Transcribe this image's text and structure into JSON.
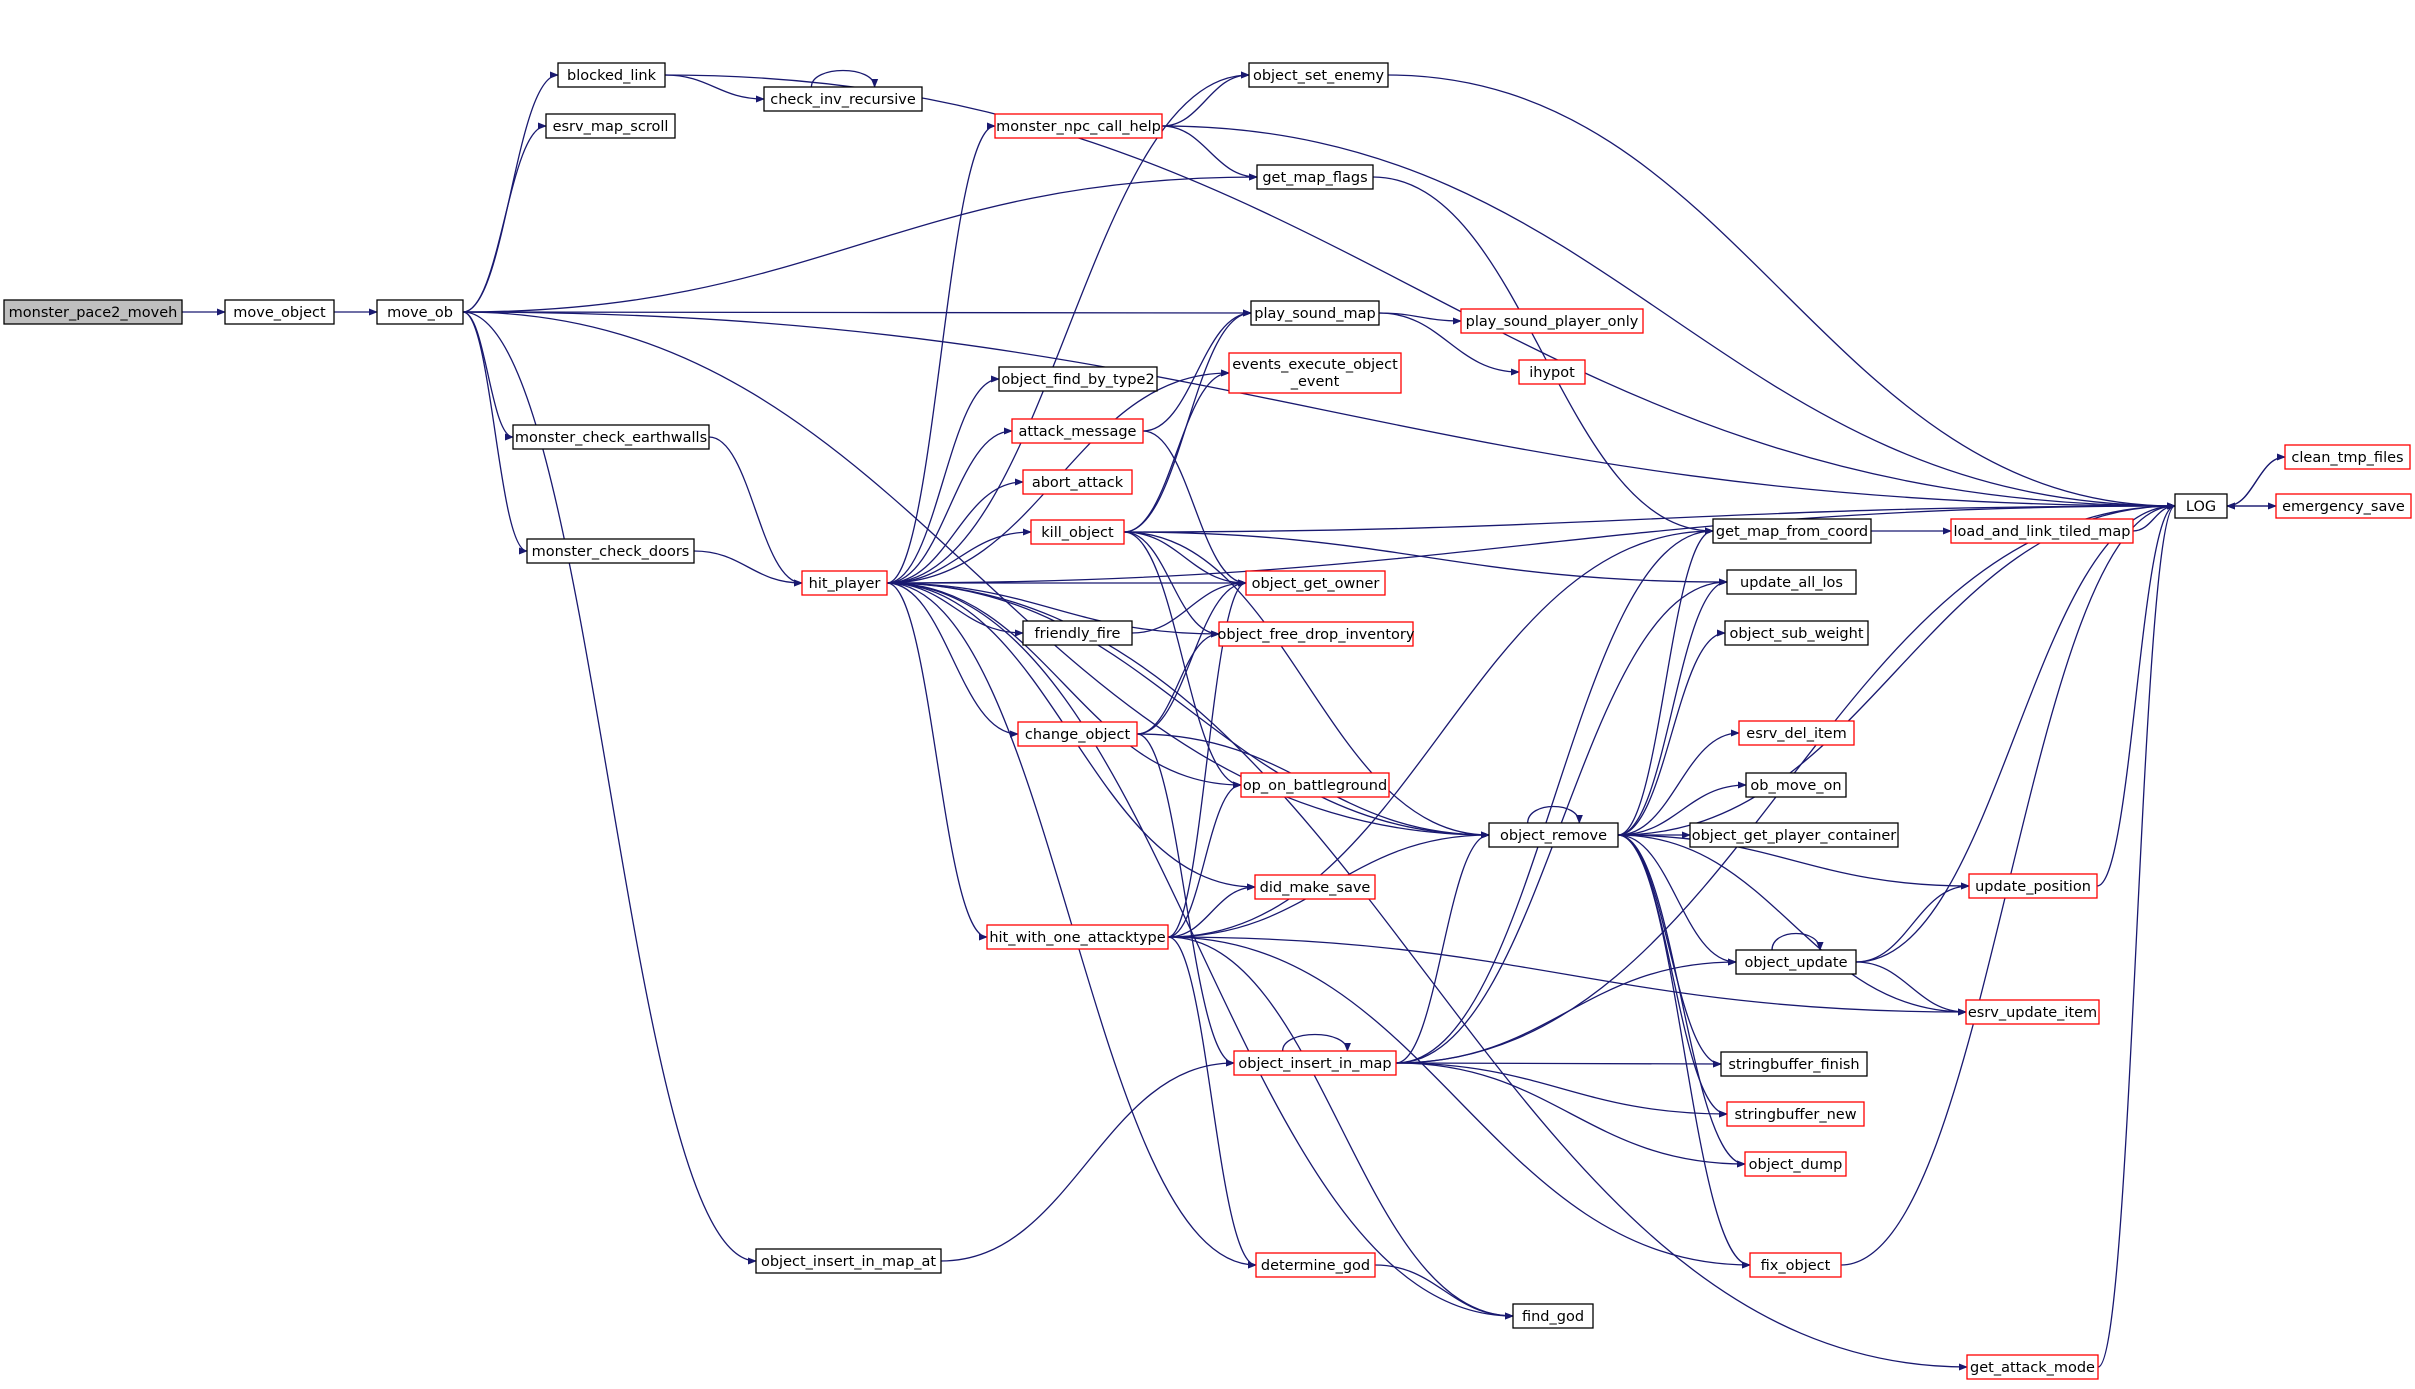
{
  "colors": {
    "edge": "#191970",
    "box_border_default": "#000000",
    "box_border_truncated": "#ff0000",
    "box_fill_root": "#bfbfbf",
    "box_fill_default": "#ffffff",
    "text": "#000000"
  },
  "nodes": {
    "monster_pace2_moveh": {
      "label": "monster_pace2_moveh",
      "style": "root"
    },
    "move_object": {
      "label": "move_object",
      "style": "black"
    },
    "move_ob": {
      "label": "move_ob",
      "style": "black"
    },
    "blocked_link": {
      "label": "blocked_link",
      "style": "black"
    },
    "esrv_map_scroll": {
      "label": "esrv_map_scroll",
      "style": "black"
    },
    "check_inv_recursive": {
      "label": "check_inv_recursive",
      "style": "black"
    },
    "monster_check_earthwalls": {
      "label": "monster_check_earthwalls",
      "style": "black"
    },
    "monster_check_doors": {
      "label": "monster_check_doors",
      "style": "black"
    },
    "hit_player": {
      "label": "hit_player",
      "style": "red"
    },
    "object_insert_in_map_at": {
      "label": "object_insert_in_map_at",
      "style": "black"
    },
    "monster_npc_call_help": {
      "label": "monster_npc_call_help",
      "style": "red"
    },
    "object_set_enemy": {
      "label": "object_set_enemy",
      "style": "black"
    },
    "get_map_flags": {
      "label": "get_map_flags",
      "style": "black"
    },
    "play_sound_map": {
      "label": "play_sound_map",
      "style": "black"
    },
    "play_sound_player_only": {
      "label": "play_sound_player_only",
      "style": "red"
    },
    "ihypot": {
      "label": "ihypot",
      "style": "red"
    },
    "events_execute_object_event": {
      "label": "events_execute_object\n_event",
      "line1": "events_execute_object",
      "line2": "_event",
      "style": "red"
    },
    "object_find_by_type2": {
      "label": "object_find_by_type2",
      "style": "black"
    },
    "attack_message": {
      "label": "attack_message",
      "style": "red"
    },
    "abort_attack": {
      "label": "abort_attack",
      "style": "red"
    },
    "kill_object": {
      "label": "kill_object",
      "style": "red"
    },
    "object_get_owner": {
      "label": "object_get_owner",
      "style": "red"
    },
    "friendly_fire": {
      "label": "friendly_fire",
      "style": "black"
    },
    "object_free_drop_inventory": {
      "label": "object_free_drop_inventory",
      "style": "red"
    },
    "change_object": {
      "label": "change_object",
      "style": "red"
    },
    "op_on_battleground": {
      "label": "op_on_battleground",
      "style": "red"
    },
    "did_make_save": {
      "label": "did_make_save",
      "style": "red"
    },
    "hit_with_one_attacktype": {
      "label": "hit_with_one_attacktype",
      "style": "red"
    },
    "object_insert_in_map": {
      "label": "object_insert_in_map",
      "style": "red"
    },
    "determine_god": {
      "label": "determine_god",
      "style": "red"
    },
    "find_god": {
      "label": "find_god",
      "style": "black"
    },
    "get_attack_mode": {
      "label": "get_attack_mode",
      "style": "red"
    },
    "object_remove": {
      "label": "object_remove",
      "style": "black"
    },
    "get_map_from_coord": {
      "label": "get_map_from_coord",
      "style": "black"
    },
    "load_and_link_tiled_map": {
      "label": "load_and_link_tiled_map",
      "style": "red"
    },
    "update_all_los": {
      "label": "update_all_los",
      "style": "black"
    },
    "object_sub_weight": {
      "label": "object_sub_weight",
      "style": "black"
    },
    "esrv_del_item": {
      "label": "esrv_del_item",
      "style": "red"
    },
    "ob_move_on": {
      "label": "ob_move_on",
      "style": "black"
    },
    "object_get_player_container": {
      "label": "object_get_player_container",
      "style": "black"
    },
    "update_position": {
      "label": "update_position",
      "style": "red"
    },
    "object_update": {
      "label": "object_update",
      "style": "black"
    },
    "esrv_update_item": {
      "label": "esrv_update_item",
      "style": "red"
    },
    "stringbuffer_finish": {
      "label": "stringbuffer_finish",
      "style": "black"
    },
    "stringbuffer_new": {
      "label": "stringbuffer_new",
      "style": "red"
    },
    "object_dump": {
      "label": "object_dump",
      "style": "red"
    },
    "fix_object": {
      "label": "fix_object",
      "style": "red"
    },
    "LOG": {
      "label": "LOG",
      "style": "black"
    },
    "clean_tmp_files": {
      "label": "clean_tmp_files",
      "style": "red"
    },
    "emergency_save": {
      "label": "emergency_save",
      "style": "red"
    }
  },
  "edges": [
    [
      "monster_pace2_moveh",
      "move_object"
    ],
    [
      "move_object",
      "move_ob"
    ],
    [
      "move_ob",
      "blocked_link"
    ],
    [
      "move_ob",
      "esrv_map_scroll"
    ],
    [
      "move_ob",
      "get_map_flags"
    ],
    [
      "move_ob",
      "play_sound_map"
    ],
    [
      "move_ob",
      "LOG"
    ],
    [
      "move_ob",
      "monster_check_earthwalls"
    ],
    [
      "move_ob",
      "monster_check_doors"
    ],
    [
      "move_ob",
      "object_remove"
    ],
    [
      "move_ob",
      "object_insert_in_map_at"
    ],
    [
      "blocked_link",
      "check_inv_recursive"
    ],
    [
      "blocked_link",
      "LOG"
    ],
    [
      "check_inv_recursive",
      "check_inv_recursive"
    ],
    [
      "monster_check_earthwalls",
      "hit_player"
    ],
    [
      "monster_check_doors",
      "hit_player"
    ],
    [
      "object_insert_in_map_at",
      "object_insert_in_map"
    ],
    [
      "hit_player",
      "object_set_enemy"
    ],
    [
      "hit_player",
      "monster_npc_call_help"
    ],
    [
      "hit_player",
      "LOG"
    ],
    [
      "hit_player",
      "events_execute_object_event"
    ],
    [
      "hit_player",
      "object_find_by_type2"
    ],
    [
      "hit_player",
      "attack_message"
    ],
    [
      "hit_player",
      "abort_attack"
    ],
    [
      "hit_player",
      "kill_object"
    ],
    [
      "hit_player",
      "object_get_owner"
    ],
    [
      "hit_player",
      "friendly_fire"
    ],
    [
      "hit_player",
      "object_free_drop_inventory"
    ],
    [
      "hit_player",
      "change_object"
    ],
    [
      "hit_player",
      "op_on_battleground"
    ],
    [
      "hit_player",
      "object_remove"
    ],
    [
      "hit_player",
      "did_make_save"
    ],
    [
      "hit_player",
      "hit_with_one_attacktype"
    ],
    [
      "hit_player",
      "determine_god"
    ],
    [
      "hit_player",
      "find_god"
    ],
    [
      "hit_player",
      "get_attack_mode"
    ],
    [
      "monster_npc_call_help",
      "object_set_enemy"
    ],
    [
      "monster_npc_call_help",
      "get_map_flags"
    ],
    [
      "monster_npc_call_help",
      "LOG"
    ],
    [
      "object_set_enemy",
      "LOG"
    ],
    [
      "get_map_flags",
      "get_map_from_coord"
    ],
    [
      "play_sound_map",
      "play_sound_player_only"
    ],
    [
      "play_sound_map",
      "ihypot"
    ],
    [
      "attack_message",
      "play_sound_map"
    ],
    [
      "attack_message",
      "object_get_owner"
    ],
    [
      "kill_object",
      "play_sound_map"
    ],
    [
      "kill_object",
      "events_execute_object_event"
    ],
    [
      "kill_object",
      "LOG"
    ],
    [
      "kill_object",
      "object_get_owner"
    ],
    [
      "kill_object",
      "object_free_drop_inventory"
    ],
    [
      "kill_object",
      "op_on_battleground"
    ],
    [
      "kill_object",
      "update_all_los"
    ],
    [
      "kill_object",
      "object_remove"
    ],
    [
      "friendly_fire",
      "object_get_owner"
    ],
    [
      "change_object",
      "object_get_owner"
    ],
    [
      "change_object",
      "object_free_drop_inventory"
    ],
    [
      "change_object",
      "object_remove"
    ],
    [
      "change_object",
      "object_insert_in_map"
    ],
    [
      "hit_with_one_attacktype",
      "object_get_owner"
    ],
    [
      "hit_with_one_attacktype",
      "op_on_battleground"
    ],
    [
      "hit_with_one_attacktype",
      "did_make_save"
    ],
    [
      "hit_with_one_attacktype",
      "object_remove"
    ],
    [
      "hit_with_one_attacktype",
      "get_map_from_coord"
    ],
    [
      "hit_with_one_attacktype",
      "determine_god"
    ],
    [
      "hit_with_one_attacktype",
      "find_god"
    ],
    [
      "hit_with_one_attacktype",
      "fix_object"
    ],
    [
      "hit_with_one_attacktype",
      "esrv_update_item"
    ],
    [
      "object_insert_in_map",
      "object_insert_in_map"
    ],
    [
      "object_insert_in_map",
      "LOG"
    ],
    [
      "object_insert_in_map",
      "get_map_from_coord"
    ],
    [
      "object_insert_in_map",
      "update_all_los"
    ],
    [
      "object_insert_in_map",
      "object_remove"
    ],
    [
      "object_insert_in_map",
      "object_update"
    ],
    [
      "object_insert_in_map",
      "stringbuffer_finish"
    ],
    [
      "object_insert_in_map",
      "stringbuffer_new"
    ],
    [
      "object_insert_in_map",
      "object_dump"
    ],
    [
      "determine_god",
      "find_god"
    ],
    [
      "get_attack_mode",
      "LOG"
    ],
    [
      "object_remove",
      "object_remove"
    ],
    [
      "object_remove",
      "LOG"
    ],
    [
      "object_remove",
      "get_map_from_coord"
    ],
    [
      "object_remove",
      "update_all_los"
    ],
    [
      "object_remove",
      "object_sub_weight"
    ],
    [
      "object_remove",
      "esrv_del_item"
    ],
    [
      "object_remove",
      "ob_move_on"
    ],
    [
      "object_remove",
      "object_get_player_container"
    ],
    [
      "object_remove",
      "update_position"
    ],
    [
      "object_remove",
      "object_update"
    ],
    [
      "object_remove",
      "esrv_update_item"
    ],
    [
      "object_remove",
      "stringbuffer_finish"
    ],
    [
      "object_remove",
      "stringbuffer_new"
    ],
    [
      "object_remove",
      "object_dump"
    ],
    [
      "object_remove",
      "fix_object"
    ],
    [
      "get_map_from_coord",
      "load_and_link_tiled_map"
    ],
    [
      "load_and_link_tiled_map",
      "LOG"
    ],
    [
      "object_update",
      "object_update"
    ],
    [
      "object_update",
      "update_position"
    ],
    [
      "object_update",
      "LOG"
    ],
    [
      "object_update",
      "esrv_update_item"
    ],
    [
      "update_position",
      "LOG"
    ],
    [
      "fix_object",
      "LOG"
    ],
    [
      "LOG",
      "clean_tmp_files"
    ],
    [
      "LOG",
      "emergency_save"
    ],
    [
      "clean_tmp_files",
      "LOG"
    ],
    [
      "emergency_save",
      "LOG"
    ]
  ]
}
